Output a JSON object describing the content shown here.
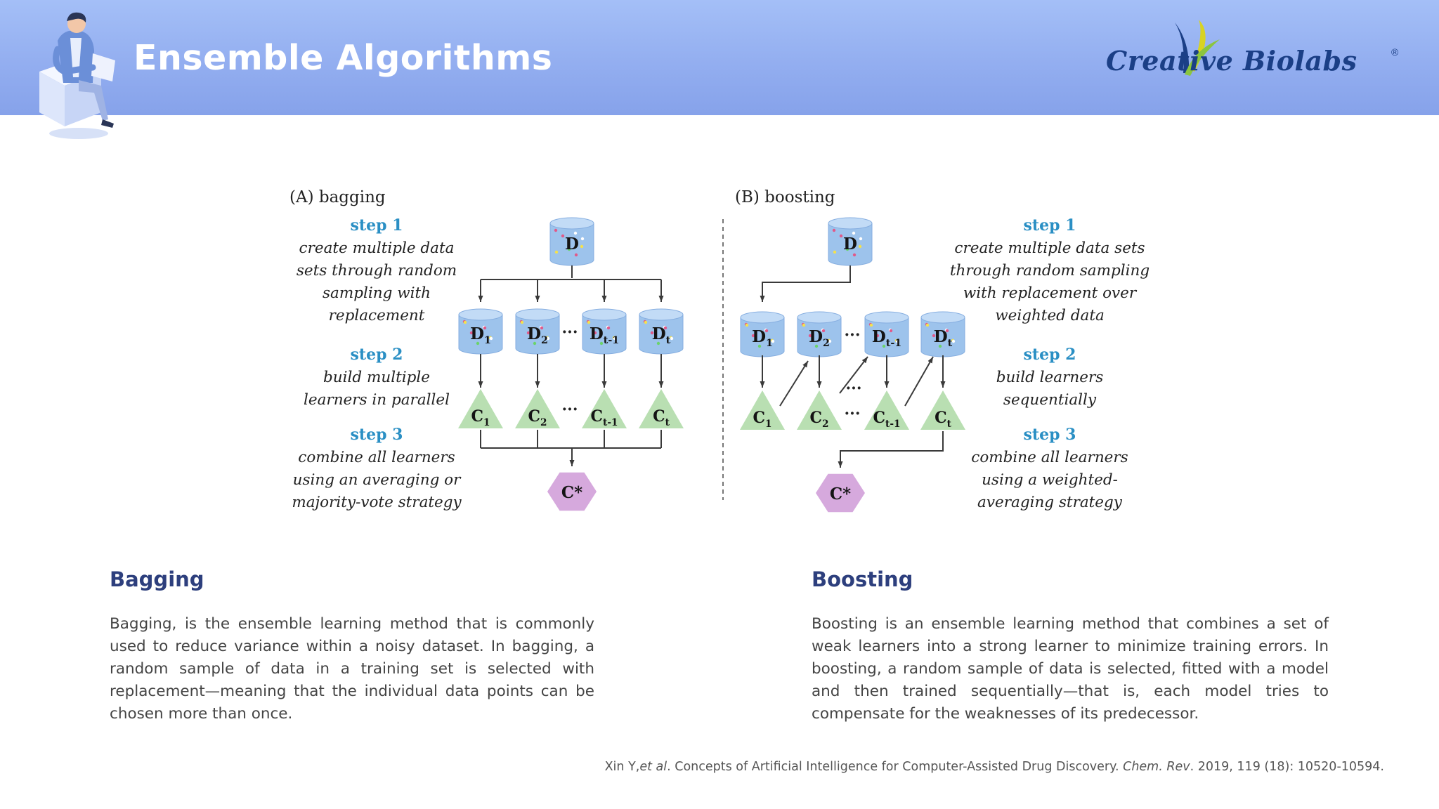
{
  "header": {
    "title": "Ensemble Algorithms",
    "logo_text": "Creative Biolabs",
    "logo_registered": "®"
  },
  "colors": {
    "header_blue": "#93aef0",
    "heading_navy": "#2d3f7d",
    "step_blue": "#2a8fc4",
    "cylinder_blue": "#9dc3ec",
    "triangle_green": "#b9dfb2",
    "hexagon_purple": "#d6a9dd"
  },
  "diagram": {
    "bagging": {
      "label": "(A) bagging",
      "dataset": "D",
      "subsets": [
        "D1",
        "D2",
        "Dt-1",
        "Dt"
      ],
      "learners": [
        "C1",
        "C2",
        "Ct-1",
        "Ct"
      ],
      "ellipsis": "···",
      "combined": "C*",
      "steps": [
        {
          "title": "step 1",
          "lines": [
            "create multiple data",
            "sets through random",
            "sampling with",
            "replacement"
          ]
        },
        {
          "title": "step 2",
          "lines": [
            "build multiple",
            "learners in parallel"
          ]
        },
        {
          "title": "step 3",
          "lines": [
            "combine all learners",
            "using an averaging or",
            "majority-vote strategy"
          ]
        }
      ]
    },
    "boosting": {
      "label": "(B) boosting",
      "dataset": "D",
      "subsets": [
        "D1",
        "D2",
        "Dt-1",
        "Dt"
      ],
      "learners": [
        "C1",
        "C2",
        "Ct-1",
        "Ct"
      ],
      "ellipsis": "···",
      "combined": "C*",
      "steps": [
        {
          "title": "step 1",
          "lines": [
            "create multiple data sets",
            "through random sampling",
            "with replacement over",
            "weighted data"
          ]
        },
        {
          "title": "step 2",
          "lines": [
            "build learners",
            "sequentially"
          ]
        },
        {
          "title": "step 3",
          "lines": [
            "combine all learners",
            "using a weighted-",
            "averaging strategy"
          ]
        }
      ]
    }
  },
  "sections": {
    "bagging": {
      "title": "Bagging",
      "body": "Bagging, is the ensemble learning method that is commonly used to reduce variance within a noisy dataset. In bagging, a random sample of data in a training set is selected with replacement—meaning that the individual data points can be chosen more than once."
    },
    "boosting": {
      "title": "Boosting",
      "body": "Boosting is an ensemble learning method that combines a set of weak learners into a strong learner to minimize training errors. In boosting, a random sample of data is selected, fitted with a model and then trained sequentially—that is, each model tries to compensate for the weaknesses of its predecessor."
    }
  },
  "citation": {
    "authors": "Xin Y,",
    "etal": "et al",
    "title": ". Concepts of Artificial Intelligence for Computer-Assisted Drug Discovery. ",
    "journal": "Chem. Rev",
    "details": ". 2019, 119 (18): 10520-10594."
  }
}
